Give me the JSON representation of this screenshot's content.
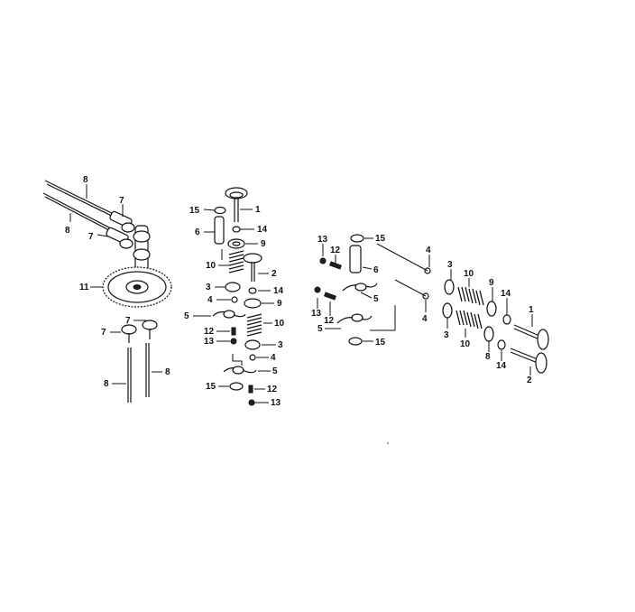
{
  "header": {
    "fragments": [
      "",
      "",
      "",
      ""
    ]
  },
  "callouts": {
    "l8a": "8",
    "l8b": "8",
    "l7a": "7",
    "l7b": "7",
    "l11": "11",
    "l7c": "7",
    "l7d": "7",
    "l8c": "8",
    "l8d": "8",
    "m15a": "15",
    "m1": "1",
    "m6": "6",
    "m14a": "14",
    "m9a": "9",
    "m10a": "10",
    "m2": "2",
    "m3a": "3",
    "m14b": "14",
    "m4a": "4",
    "m9b": "9",
    "m5a": "5",
    "m10b": "10",
    "m12a": "12",
    "m13a": "13",
    "m3b": "3",
    "m4b": "4",
    "m5b": "5",
    "m15b": "15",
    "m12b": "12",
    "m13b": "13",
    "r13a": "13",
    "r12a": "12",
    "r15a": "15",
    "r6": "6",
    "r4a": "4",
    "r3a": "3",
    "r10a": "10",
    "r9": "9",
    "r14a": "14",
    "r1": "1",
    "r5a": "5",
    "r13b": "13",
    "r12b": "12",
    "r4b": "4",
    "r3b": "3",
    "r10b": "10",
    "r8": "8",
    "r14b": "14",
    "r2": "2",
    "r5b": "5",
    "r15b": "15"
  }
}
